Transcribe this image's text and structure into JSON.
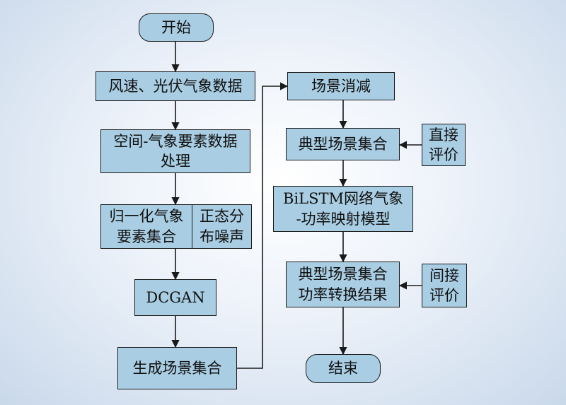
{
  "colors": {
    "node_fill": "#a9cde2",
    "stroke": "#1a1a1a"
  },
  "nodes": {
    "start": {
      "text": "开始"
    },
    "data": {
      "text": "风速、光伏气象数据"
    },
    "process": {
      "lines": [
        "空间-气象要素数据",
        "处理"
      ]
    },
    "normalize": {
      "lines": [
        "归一化气象",
        "要素集合"
      ]
    },
    "noise": {
      "lines": [
        "正态分",
        "布噪声"
      ]
    },
    "dcgan": {
      "text": "DCGAN"
    },
    "gen": {
      "text": "生成场景集合"
    },
    "reduce": {
      "text": "场景消减"
    },
    "typical": {
      "text": "典型场景集合"
    },
    "direct_eval": {
      "lines": [
        "直接",
        "评价"
      ]
    },
    "bilstm": {
      "lines": [
        "BiLSTM网络气象",
        "-功率映射模型"
      ]
    },
    "result": {
      "lines": [
        "典型场景集合",
        "功率转换结果"
      ]
    },
    "indirect_eval": {
      "lines": [
        "间接",
        "评价"
      ]
    },
    "end": {
      "text": "结束"
    }
  }
}
